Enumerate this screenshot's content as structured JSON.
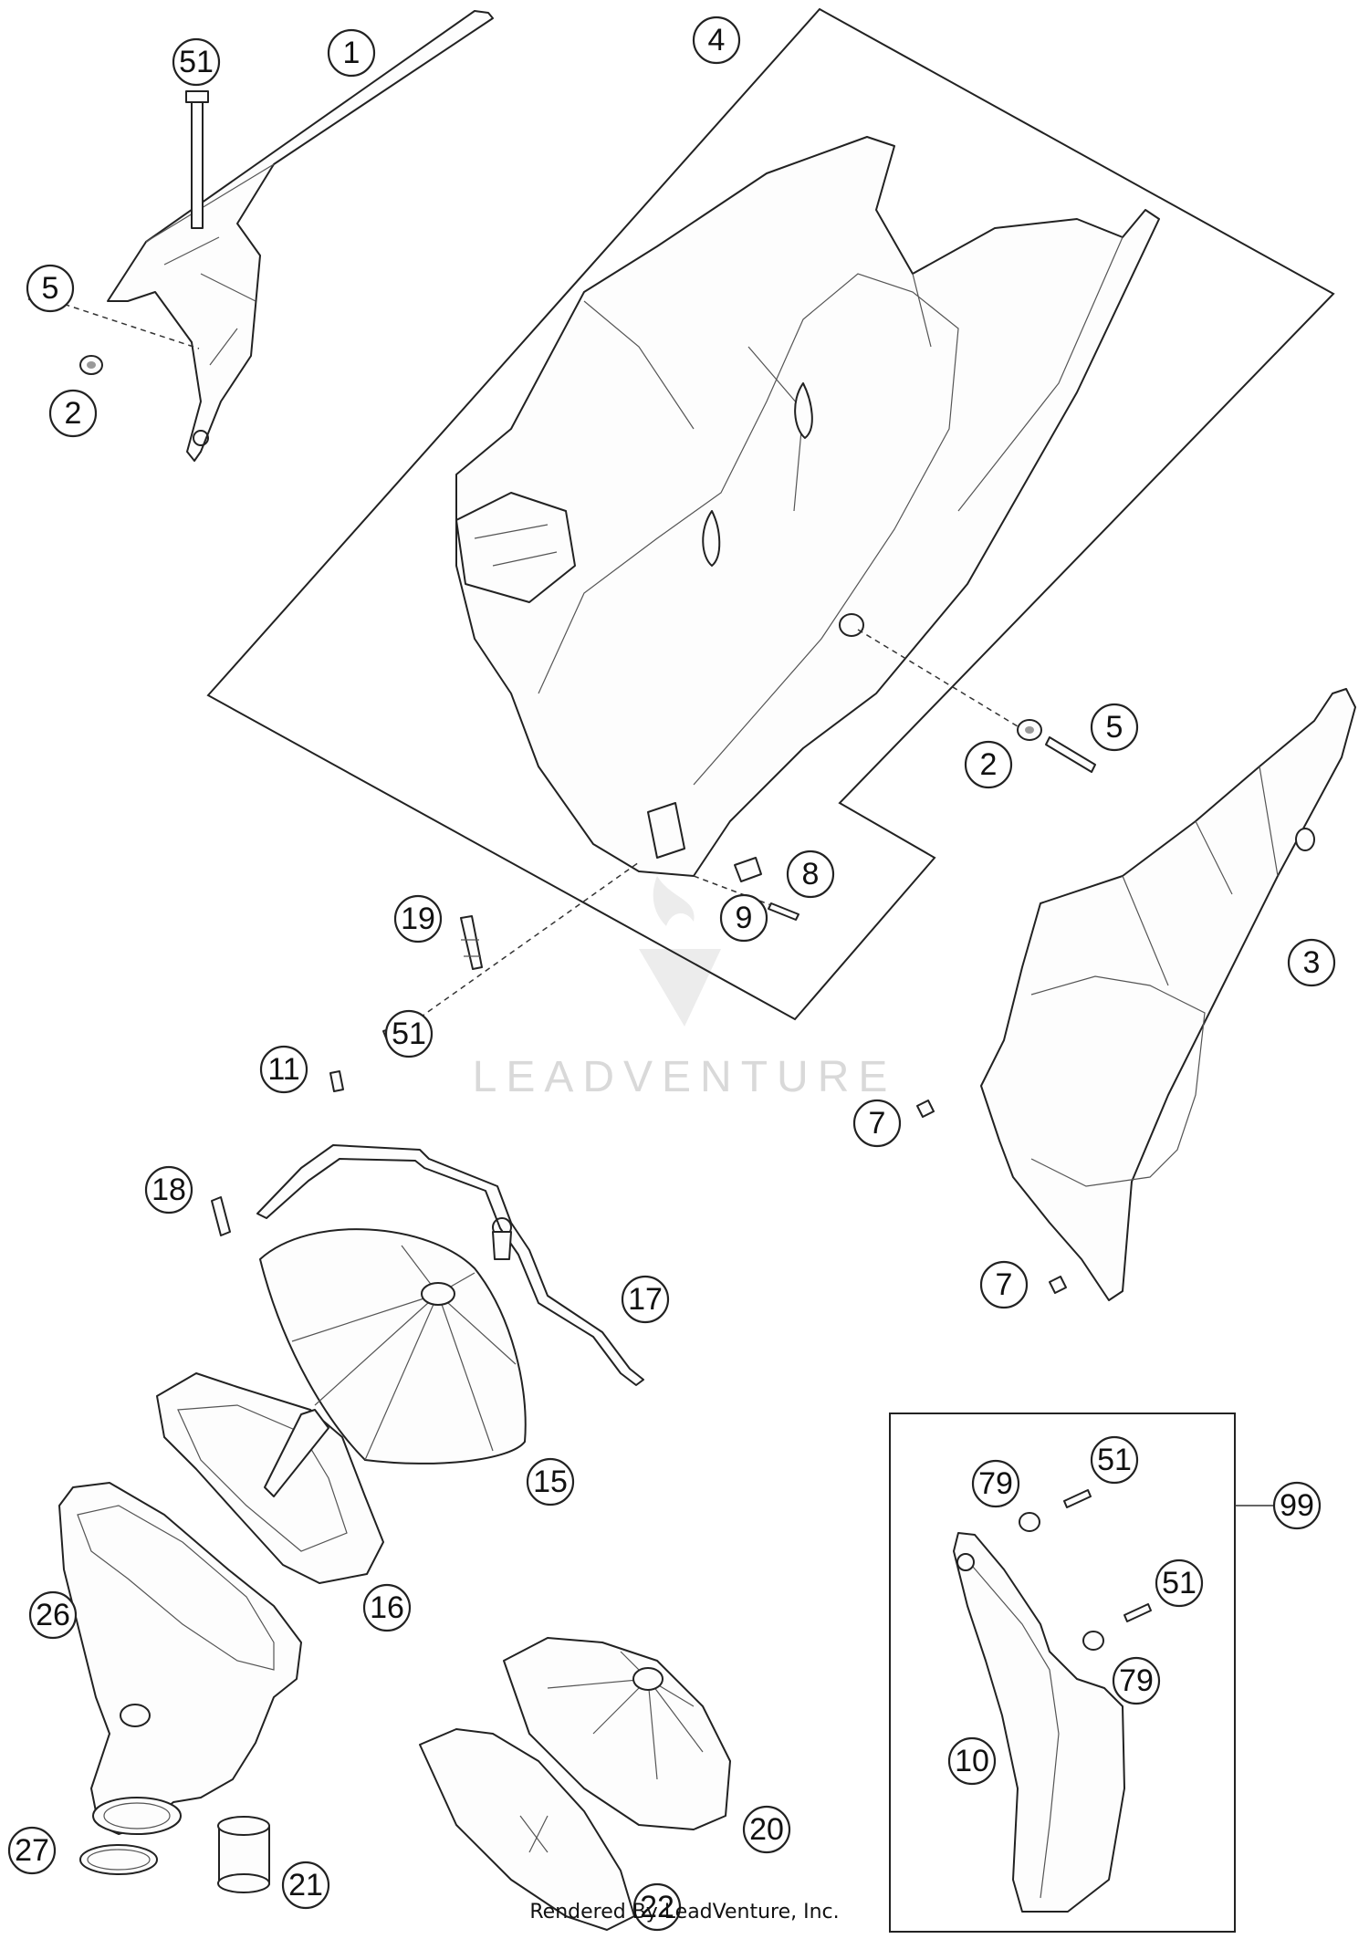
{
  "watermark": {
    "brand": "LEADVENTURE"
  },
  "footer": {
    "credit": "Rendered By LeadVenture, Inc."
  },
  "callouts": [
    {
      "id": "c-1",
      "label": "1"
    },
    {
      "id": "c-51a",
      "label": "51"
    },
    {
      "id": "c-4",
      "label": "4"
    },
    {
      "id": "c-5a",
      "label": "5"
    },
    {
      "id": "c-2a",
      "label": "2"
    },
    {
      "id": "c-5b",
      "label": "5"
    },
    {
      "id": "c-2b",
      "label": "2"
    },
    {
      "id": "c-8",
      "label": "8"
    },
    {
      "id": "c-9",
      "label": "9"
    },
    {
      "id": "c-19",
      "label": "19"
    },
    {
      "id": "c-51b",
      "label": "51"
    },
    {
      "id": "c-3",
      "label": "3"
    },
    {
      "id": "c-11",
      "label": "11"
    },
    {
      "id": "c-7a",
      "label": "7"
    },
    {
      "id": "c-18",
      "label": "18"
    },
    {
      "id": "c-17",
      "label": "17"
    },
    {
      "id": "c-7b",
      "label": "7"
    },
    {
      "id": "c-15",
      "label": "15"
    },
    {
      "id": "c-16",
      "label": "16"
    },
    {
      "id": "c-79a",
      "label": "79"
    },
    {
      "id": "c-51c",
      "label": "51"
    },
    {
      "id": "c-99",
      "label": "99"
    },
    {
      "id": "c-26",
      "label": "26"
    },
    {
      "id": "c-51d",
      "label": "51"
    },
    {
      "id": "c-79b",
      "label": "79"
    },
    {
      "id": "c-10",
      "label": "10"
    },
    {
      "id": "c-20",
      "label": "20"
    },
    {
      "id": "c-27",
      "label": "27"
    },
    {
      "id": "c-21",
      "label": "21"
    },
    {
      "id": "c-22",
      "label": "22"
    }
  ]
}
